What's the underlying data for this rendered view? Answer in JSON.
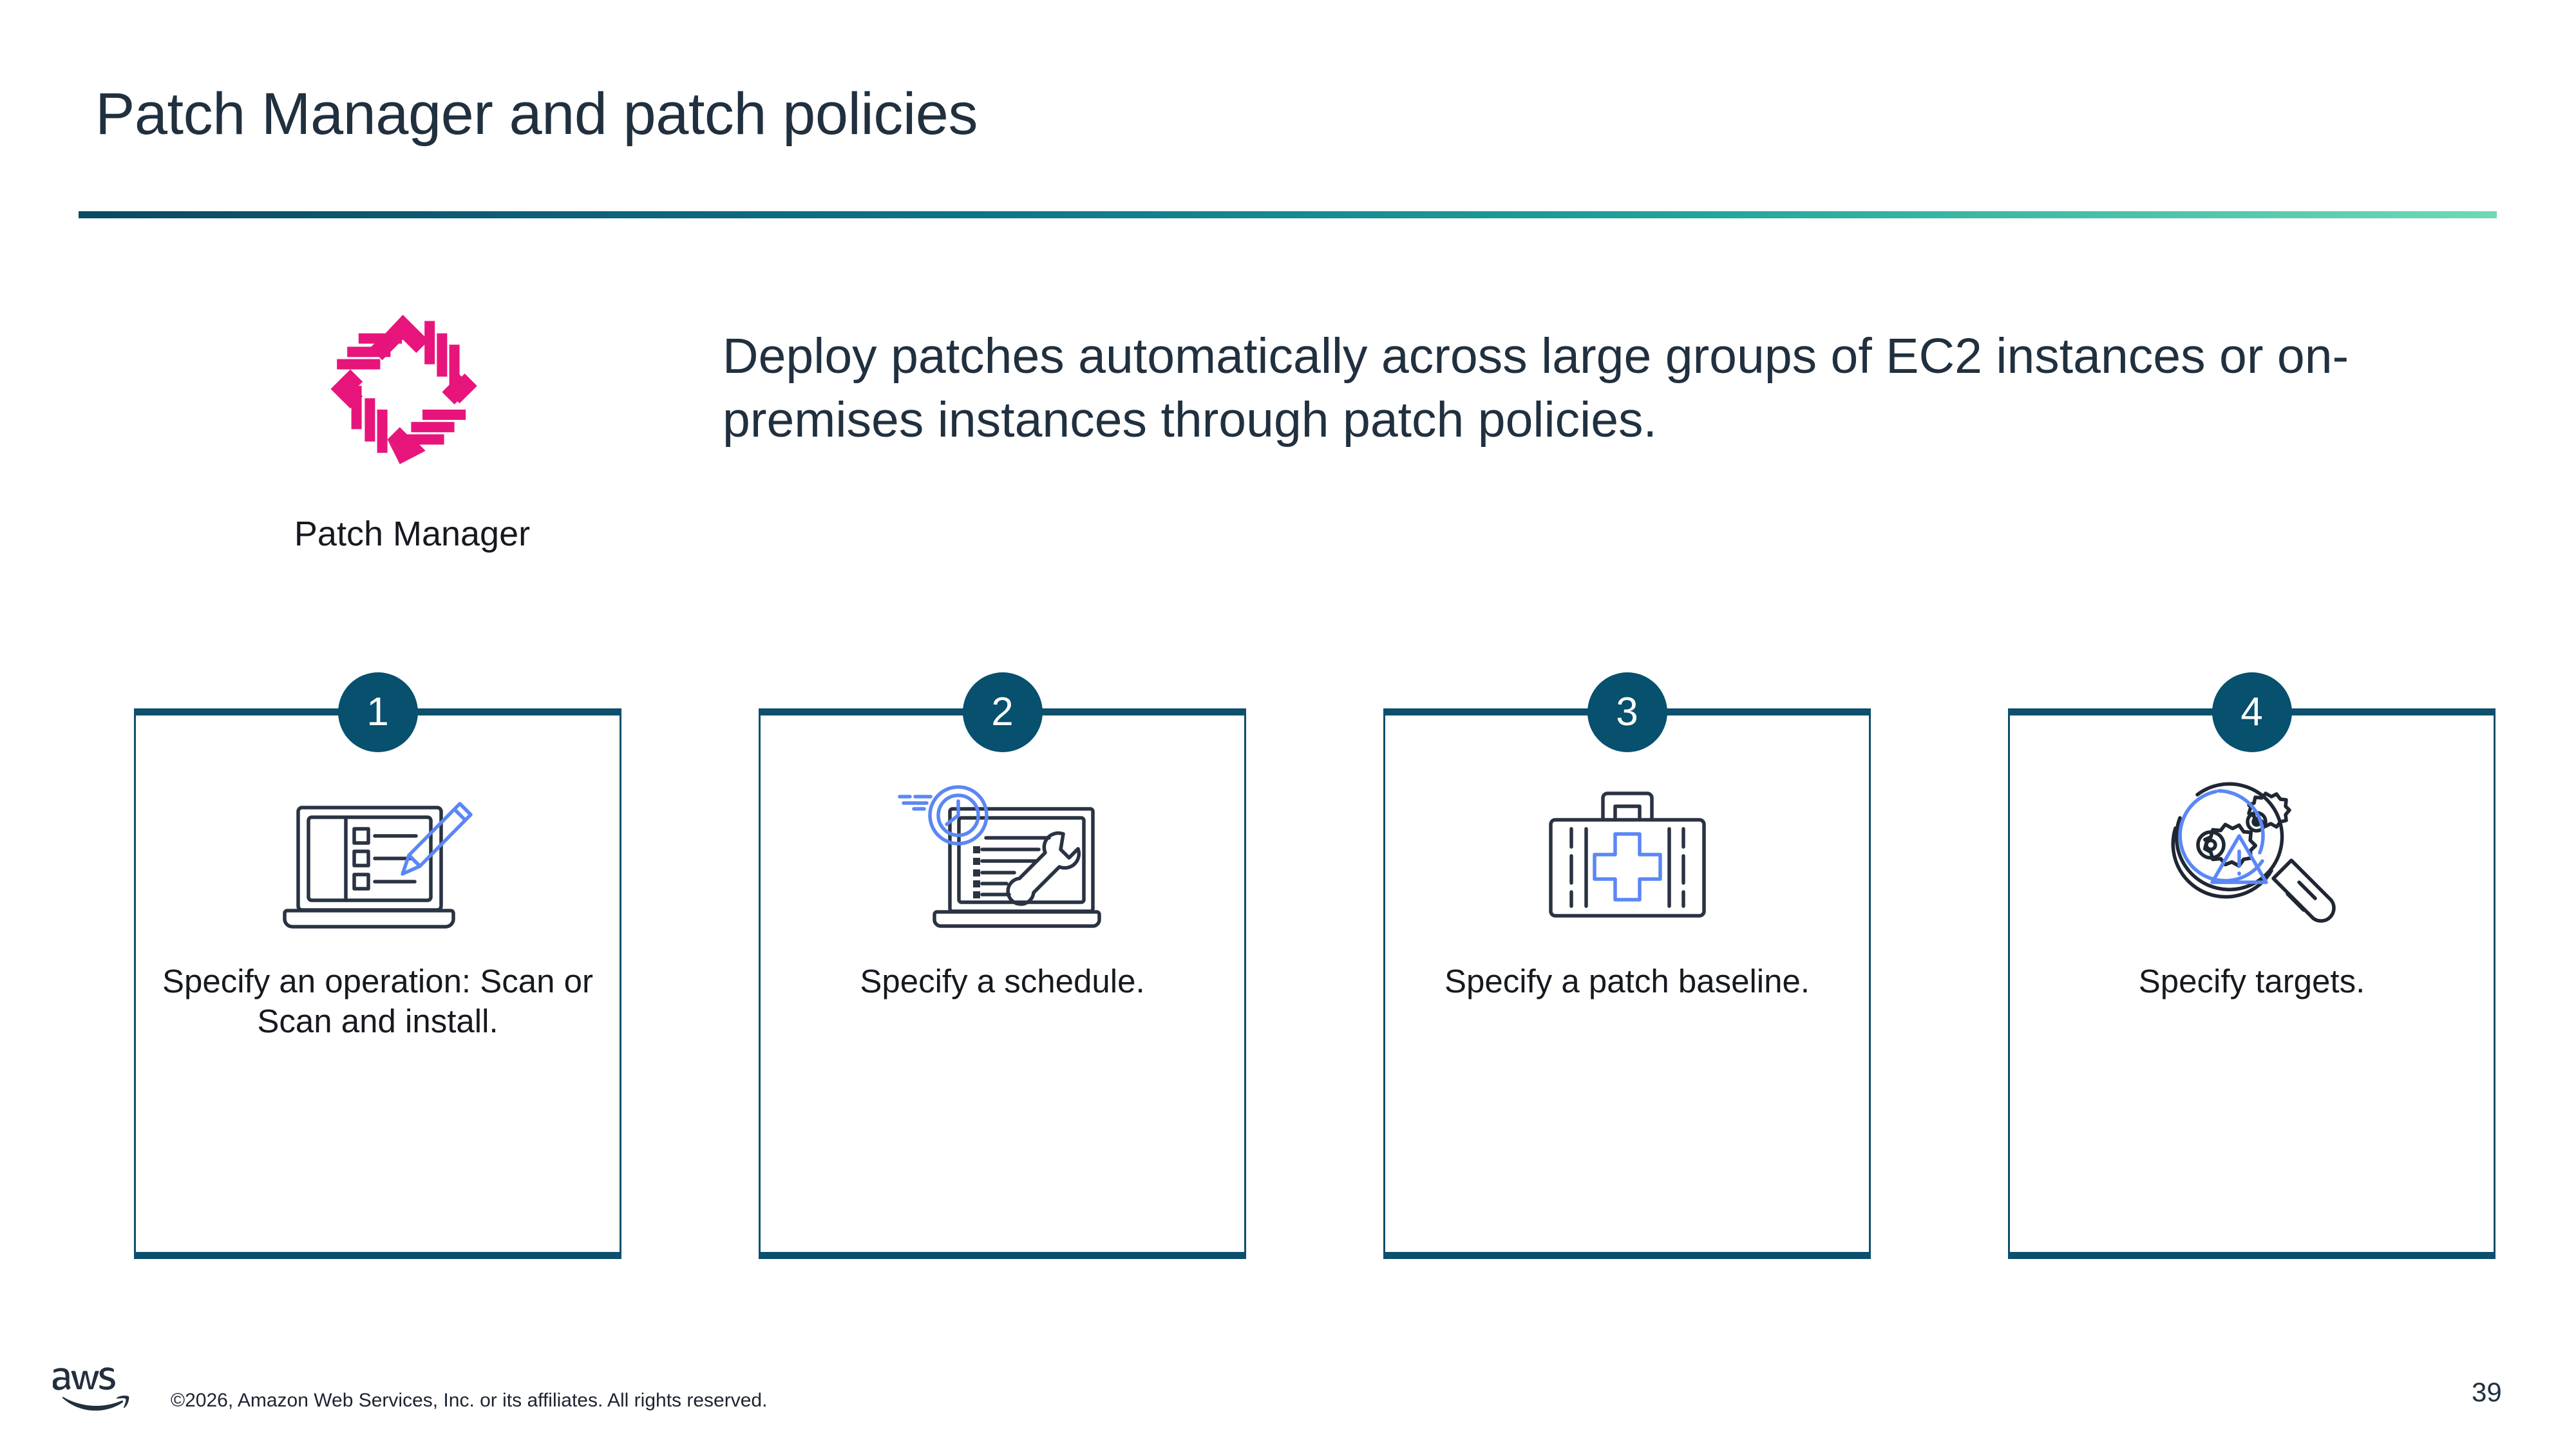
{
  "slide": {
    "title": "Patch Manager and patch policies",
    "page_number": "39",
    "accent_gradient_start": "#0a4a63",
    "accent_gradient_end": "#6fd9b6"
  },
  "service": {
    "logo_icon": "patch-manager-pinwheel-icon",
    "logo_color": "#e7157b",
    "label": "Patch Manager"
  },
  "description": {
    "text": "Deploy patches automatically across large groups of EC2 instances or on-premises instances through patch policies."
  },
  "steps": [
    {
      "number": "1",
      "icon": "laptop-checklist-pencil-icon",
      "caption": "Specify an operation: Scan or Scan and install."
    },
    {
      "number": "2",
      "icon": "laptop-wrench-clock-icon",
      "caption": "Specify a schedule."
    },
    {
      "number": "3",
      "icon": "first-aid-kit-icon",
      "caption": "Specify a patch baseline."
    },
    {
      "number": "4",
      "icon": "magnifier-gears-warning-icon",
      "caption": "Specify targets."
    }
  ],
  "theme": {
    "badge_color": "#07506e",
    "card_border_color": "#0d4f6c",
    "icon_dark": "#2a3342",
    "icon_blue": "#5b87f5",
    "title_color": "#21303f"
  },
  "footer": {
    "logo_icon": "aws-logo",
    "copyright": "©2026, Amazon Web Services, Inc. or its affiliates. All rights reserved."
  }
}
